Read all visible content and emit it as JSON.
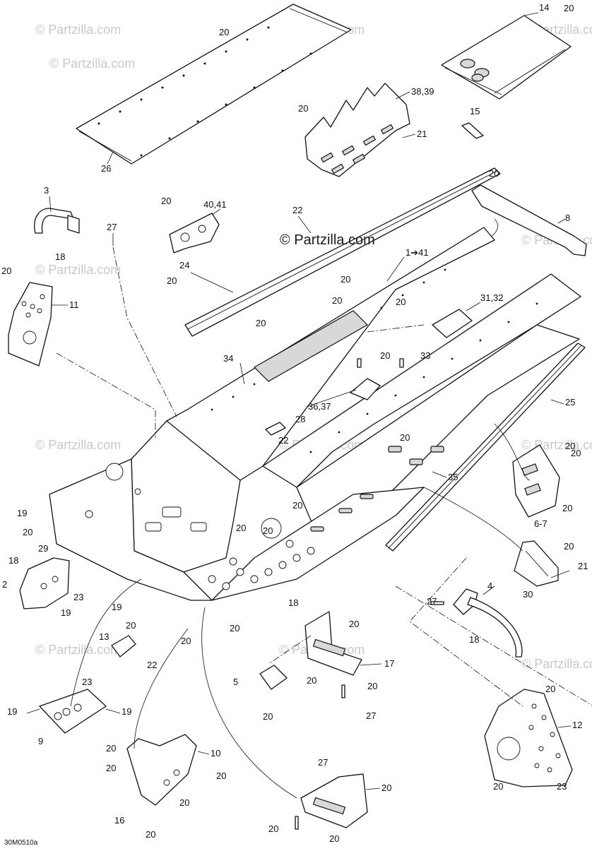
{
  "diagram": {
    "drawing_code": "30M0510a",
    "watermark": "© Partzilla.com",
    "center_watermark": "© Partzilla.com"
  },
  "callouts": [
    {
      "id": "c26",
      "text": "26"
    },
    {
      "id": "c20a",
      "text": "20"
    },
    {
      "id": "c14",
      "text": "14"
    },
    {
      "id": "c20b",
      "text": "20"
    },
    {
      "id": "c3839",
      "text": "38,39"
    },
    {
      "id": "c20c",
      "text": "20"
    },
    {
      "id": "c21a",
      "text": "21"
    },
    {
      "id": "c15",
      "text": "15"
    },
    {
      "id": "c3",
      "text": "3"
    },
    {
      "id": "c27a",
      "text": "27"
    },
    {
      "id": "c18a",
      "text": "18"
    },
    {
      "id": "c20d",
      "text": "20"
    },
    {
      "id": "c4041",
      "text": "40,41"
    },
    {
      "id": "c22a",
      "text": "22"
    },
    {
      "id": "c20e",
      "text": "20"
    },
    {
      "id": "c8",
      "text": "8"
    },
    {
      "id": "c141",
      "text": "1➔41"
    },
    {
      "id": "c20f",
      "text": "20"
    },
    {
      "id": "c11",
      "text": "11"
    },
    {
      "id": "c24",
      "text": "24"
    },
    {
      "id": "c20g",
      "text": "20"
    },
    {
      "id": "c20h",
      "text": "20"
    },
    {
      "id": "c20i",
      "text": "20"
    },
    {
      "id": "c20j",
      "text": "20"
    },
    {
      "id": "c3132",
      "text": "31,32"
    },
    {
      "id": "c20k",
      "text": "20"
    },
    {
      "id": "c20l",
      "text": "20"
    },
    {
      "id": "c33",
      "text": "33"
    },
    {
      "id": "c34",
      "text": "34"
    },
    {
      "id": "c25",
      "text": "25"
    },
    {
      "id": "c3637",
      "text": "36,37"
    },
    {
      "id": "c28",
      "text": "28"
    },
    {
      "id": "c22b",
      "text": "22"
    },
    {
      "id": "c20m",
      "text": "20"
    },
    {
      "id": "c20n",
      "text": "20"
    },
    {
      "id": "c35",
      "text": "35"
    },
    {
      "id": "c20o",
      "text": "20"
    },
    {
      "id": "c19a",
      "text": "19"
    },
    {
      "id": "c20p",
      "text": "20"
    },
    {
      "id": "c20q",
      "text": "20"
    },
    {
      "id": "c20r",
      "text": "20"
    },
    {
      "id": "c67",
      "text": "6-7"
    },
    {
      "id": "c29",
      "text": "29"
    },
    {
      "id": "c18b",
      "text": "18"
    },
    {
      "id": "c2",
      "text": "2"
    },
    {
      "id": "c23a",
      "text": "23"
    },
    {
      "id": "c19b",
      "text": "19"
    },
    {
      "id": "c19c",
      "text": "19"
    },
    {
      "id": "c20s",
      "text": "20"
    },
    {
      "id": "c20t",
      "text": "20"
    },
    {
      "id": "c21b",
      "text": "21"
    },
    {
      "id": "c30",
      "text": "30"
    },
    {
      "id": "c20u",
      "text": "20"
    },
    {
      "id": "c4",
      "text": "4"
    },
    {
      "id": "c27b",
      "text": "27"
    },
    {
      "id": "c18c",
      "text": "18"
    },
    {
      "id": "c18d",
      "text": "18"
    },
    {
      "id": "c20v",
      "text": "20"
    },
    {
      "id": "c20w",
      "text": "20"
    },
    {
      "id": "c13",
      "text": "13"
    },
    {
      "id": "c22c",
      "text": "22"
    },
    {
      "id": "c20x",
      "text": "20"
    },
    {
      "id": "c17",
      "text": "17"
    },
    {
      "id": "c5",
      "text": "5"
    },
    {
      "id": "c23b",
      "text": "23"
    },
    {
      "id": "c20y",
      "text": "20"
    },
    {
      "id": "c20z",
      "text": "20"
    },
    {
      "id": "c19d",
      "text": "19"
    },
    {
      "id": "c19e",
      "text": "19"
    },
    {
      "id": "c27c",
      "text": "27"
    },
    {
      "id": "c20aa",
      "text": "20"
    },
    {
      "id": "c9",
      "text": "9"
    },
    {
      "id": "c20ab",
      "text": "20"
    },
    {
      "id": "c10",
      "text": "10"
    },
    {
      "id": "c20ac",
      "text": "20"
    },
    {
      "id": "c12",
      "text": "12"
    },
    {
      "id": "c20ad",
      "text": "20"
    },
    {
      "id": "c20ae",
      "text": "20"
    },
    {
      "id": "c20af",
      "text": "20"
    },
    {
      "id": "c23c",
      "text": "23"
    },
    {
      "id": "c20ag",
      "text": "20"
    },
    {
      "id": "c16",
      "text": "16"
    },
    {
      "id": "c20ah",
      "text": "20"
    },
    {
      "id": "c27d",
      "text": "27"
    },
    {
      "id": "c20ai",
      "text": "20"
    },
    {
      "id": "c20aj",
      "text": "20"
    },
    {
      "id": "c20ak",
      "text": "20"
    },
    {
      "id": "c20al",
      "text": "20"
    }
  ]
}
